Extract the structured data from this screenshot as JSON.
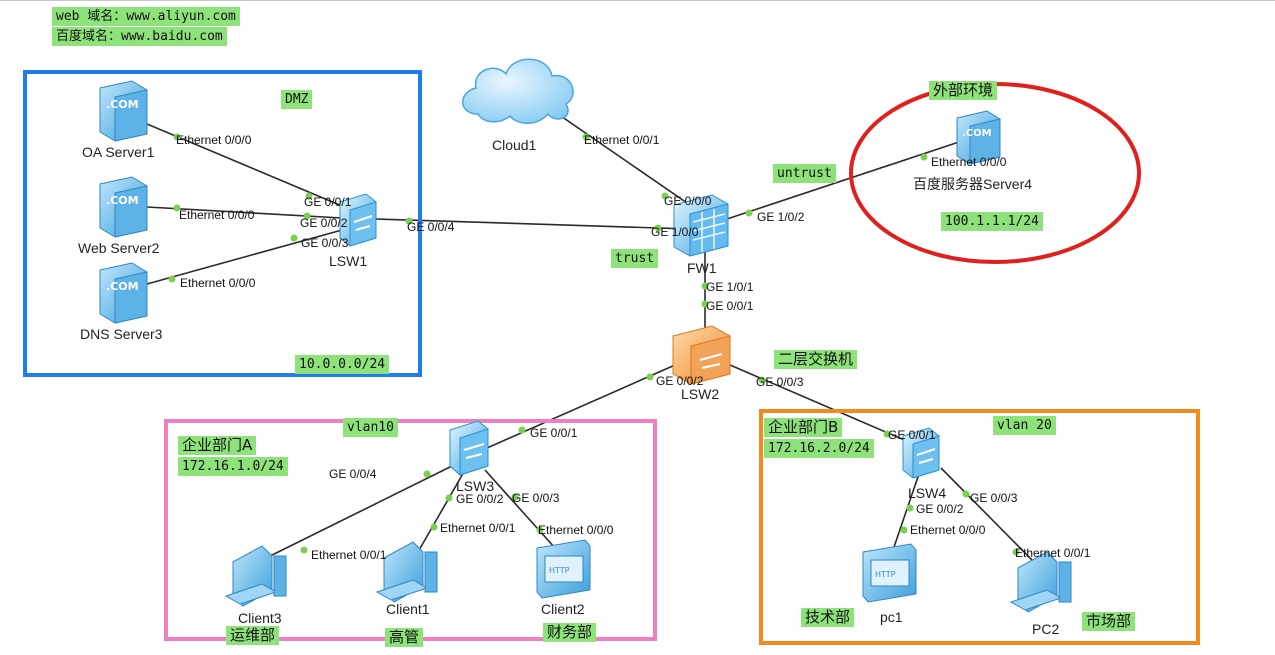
{
  "notes": {
    "line1": "web 域名：www.aliyun.com",
    "line2": "百度域名：www.baidu.com"
  },
  "zones": {
    "dmz": {
      "name": "DMZ",
      "subnet": "10.0.0.0/24",
      "color": "#1e7ef0"
    },
    "external": {
      "name": "外部环境",
      "subnet": "100.1.1.1/24",
      "color": "#e0201f"
    },
    "deptA": {
      "name": "企业部门A",
      "subnet": "172.16.1.0/24",
      "vlan": "vlan10",
      "color": "#f07fbf"
    },
    "deptB": {
      "name": "企业部门B",
      "subnet": "172.16.2.0/24",
      "vlan": "vlan 20",
      "color": "#f28a1e"
    }
  },
  "tags": {
    "untrust": "untrust",
    "trust": "trust",
    "l2switch": "二层交换机",
    "ops": "运维部",
    "exec": "高管",
    "finance": "财务部",
    "tech": "技术部",
    "market": "市场部"
  },
  "devices": {
    "oa": "OA Server1",
    "web": "Web Server2",
    "dns": "DNS Server3",
    "cloud": "Cloud1",
    "fw": "FW1",
    "lsw1": "LSW1",
    "lsw2": "LSW2",
    "lsw3": "LSW3",
    "lsw4": "LSW4",
    "baidu": "百度服务器Server4",
    "client1": "Client1",
    "client2": "Client2",
    "client3": "Client3",
    "pc1": "pc1",
    "pc2": "PC2"
  },
  "ports": {
    "oa_eth": "Ethernet 0/0/0",
    "web_eth": "Ethernet 0/0/0",
    "dns_eth": "Ethernet 0/0/0",
    "lsw1_g1": "GE 0/0/1",
    "lsw1_g2": "GE 0/0/2",
    "lsw1_g3": "GE 0/0/3",
    "lsw1_g4": "GE 0/0/4",
    "cloud_eth": "Ethernet 0/0/1",
    "fw_g000": "GE 0/0/0",
    "fw_g100": "GE 1/0/0",
    "fw_g102": "GE 1/0/2",
    "fw_g101": "GE 1/0/1",
    "baidu_eth": "Ethernet 0/0/0",
    "lsw2_g1": "GE 0/0/1",
    "lsw2_g2": "GE 0/0/2",
    "lsw2_g3": "GE 0/0/3",
    "lsw3_g1": "GE 0/0/1",
    "lsw3_g2": "GE 0/0/2",
    "lsw3_g3": "GE 0/0/3",
    "lsw3_g4": "GE 0/0/4",
    "c3_eth": "Ethernet 0/0/1",
    "c1_eth": "Ethernet 0/0/1",
    "c2_eth": "Ethernet 0/0/0",
    "lsw4_g1": "GE 0/0/1",
    "lsw4_g2": "GE 0/0/2",
    "lsw4_g3": "GE 0/0/3",
    "pc1_eth": "Ethernet 0/0/0",
    "pc2_eth": "Ethernet 0/0/1"
  },
  "icons": {
    "server": "server-com-icon",
    "http": "http-server-icon",
    "switch": "switch-icon",
    "l3switch": "layer3-switch-icon",
    "firewall": "firewall-icon",
    "cloud": "cloud-icon",
    "pc": "pc-icon"
  }
}
